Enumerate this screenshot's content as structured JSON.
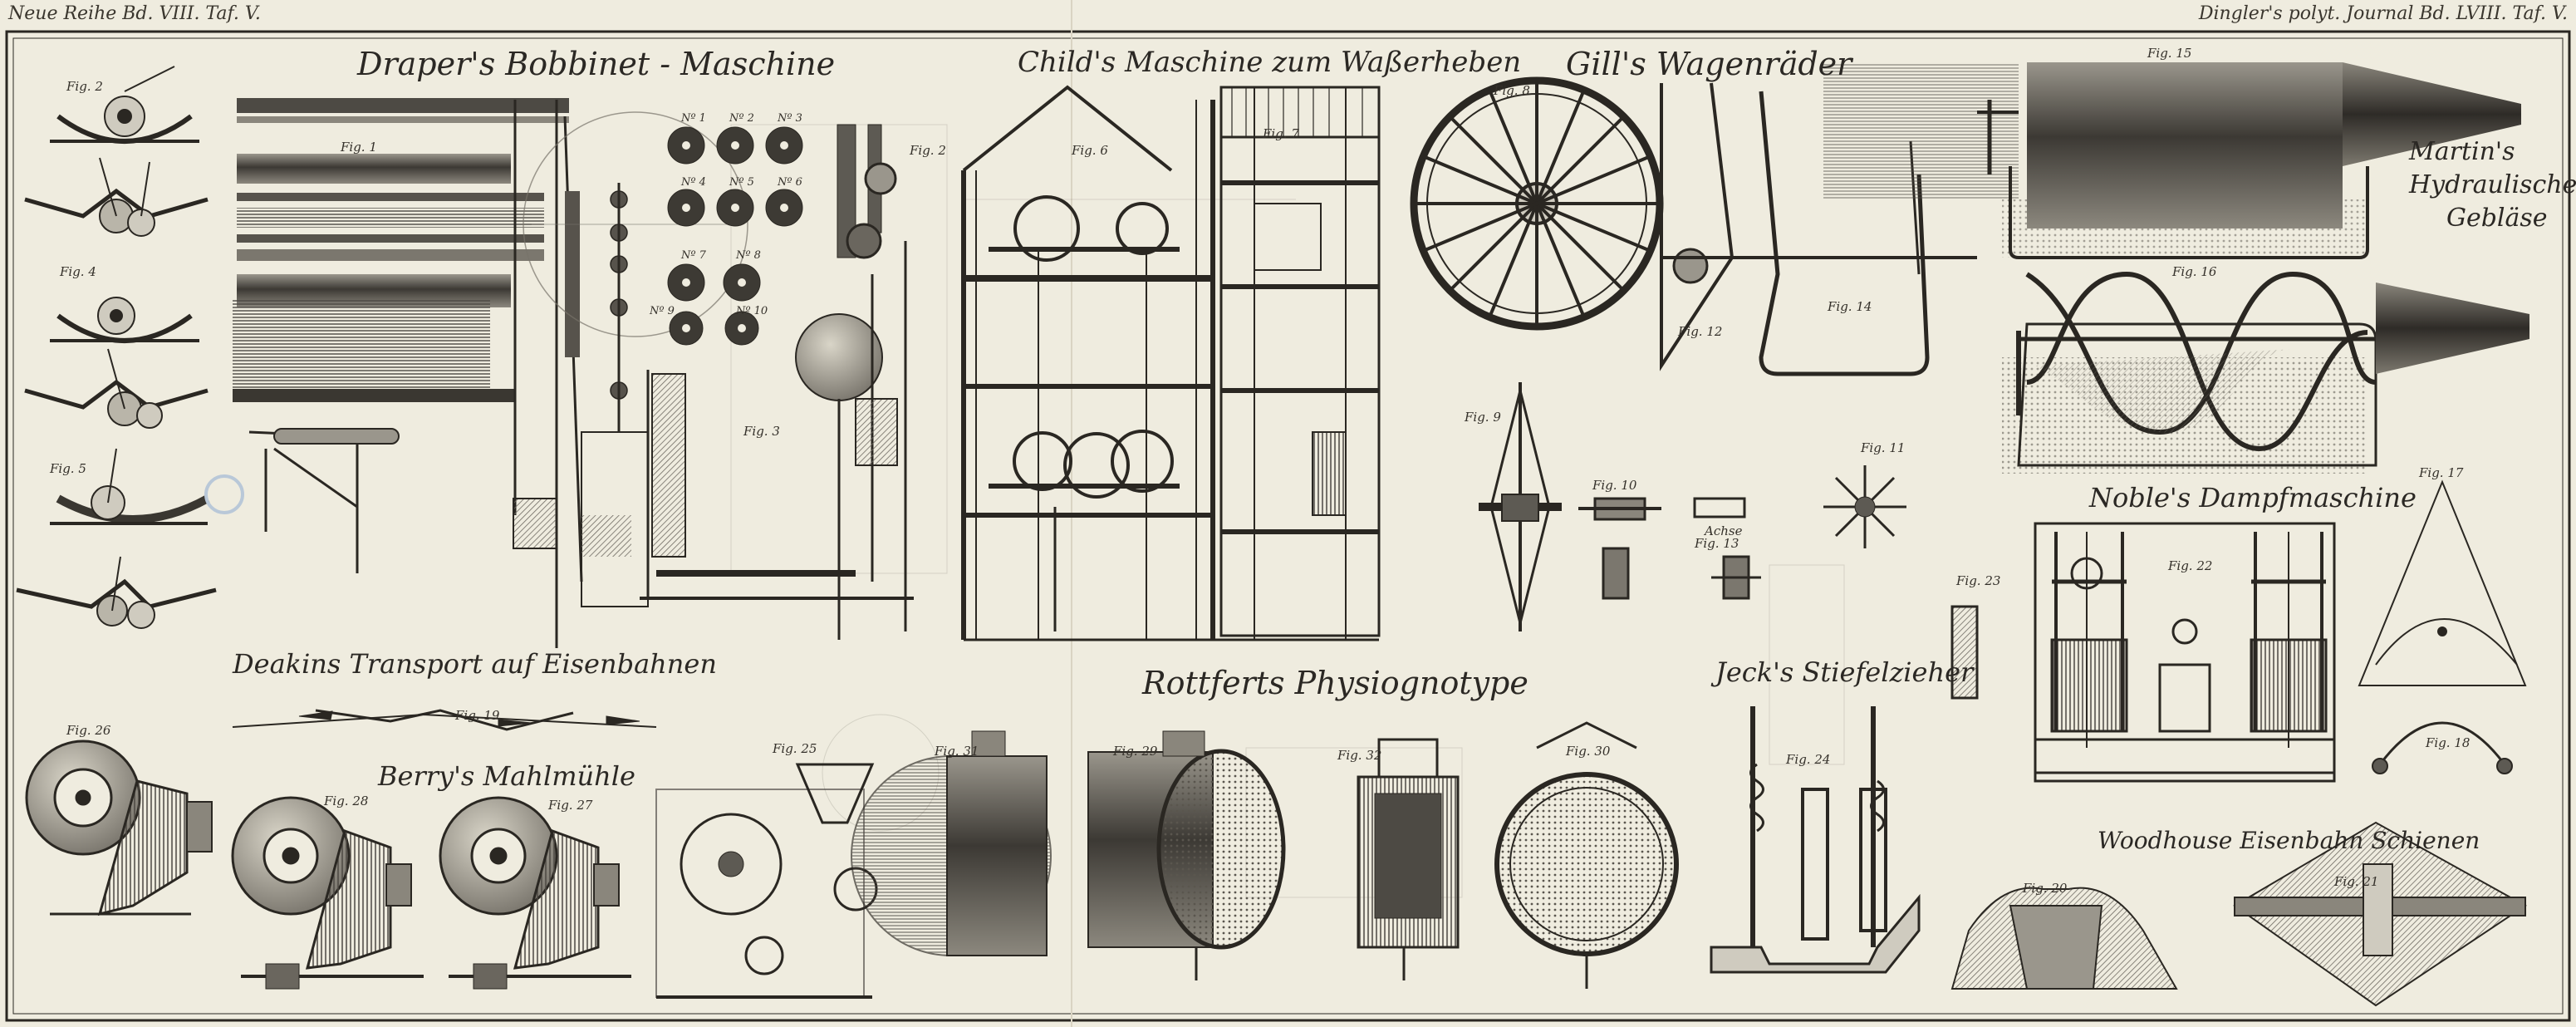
{
  "header": {
    "left": "Neue Reihe Bd. VIII. Taf. V.",
    "right": "Dingler's polyt. Journal Bd. LVIII. Taf. V."
  },
  "titles": {
    "draper": "Draper's Bobbinet - Maschine",
    "child": "Child's Maschine zum Waßerheben",
    "gill": "Gill's Wagenräder",
    "martin_line1": "Martin's",
    "martin_line2": "Hydraulisches",
    "martin_line3": "Gebläse",
    "noble": "Noble's Dampfmaschine",
    "deakin": "Deakins Transport auf Eisenbahnen",
    "berry": "Berry's Mahlmühle",
    "rottferts": "Rottferts Physiognotype",
    "jeck": "Jeck's Stiefelzieher",
    "woodhouse": "Woodhouse Eisenbahn Schienen"
  },
  "figures": {
    "f1": "Fig. 1",
    "f2": "Fig. 2",
    "f3": "Fig. 3",
    "f4": "Fig. 4",
    "f5": "Fig. 5",
    "f6": "Fig. 6",
    "f7": "Fig. 7",
    "f8": "Fig. 8",
    "f9": "Fig. 9",
    "f10": "Fig. 10",
    "f11": "Fig. 11",
    "f12": "Fig. 12",
    "f13": "Fig. 13",
    "f14": "Fig. 14",
    "f15": "Fig. 15",
    "f16": "Fig. 16",
    "f17": "Fig. 17",
    "f18": "Fig. 18",
    "f19": "Fig. 19",
    "f20": "Fig. 20",
    "f21": "Fig. 21",
    "f22": "Fig. 22",
    "f23": "Fig. 23",
    "f24": "Fig. 24",
    "f25": "Fig. 25",
    "f26": "Fig. 26",
    "f27": "Fig. 27",
    "f28": "Fig. 28",
    "f29": "Fig. 29",
    "f30": "Fig. 30",
    "f31": "Fig. 31",
    "f32": "Fig. 32"
  },
  "labels": {
    "achse": "Achse",
    "n1": "Nº 1",
    "n2": "Nº 2",
    "n3": "Nº 3",
    "n4": "Nº 4",
    "n5": "Nº 5",
    "n6": "Nº 6",
    "n7": "Nº 7",
    "n8": "Nº 8",
    "n9": "Nº 9",
    "n10": "Nº 10"
  },
  "colors": {
    "paper": "#efecdf",
    "ink": "#2a2722",
    "hatch": "#6e6a62",
    "stamp": "#b9c8d8"
  }
}
